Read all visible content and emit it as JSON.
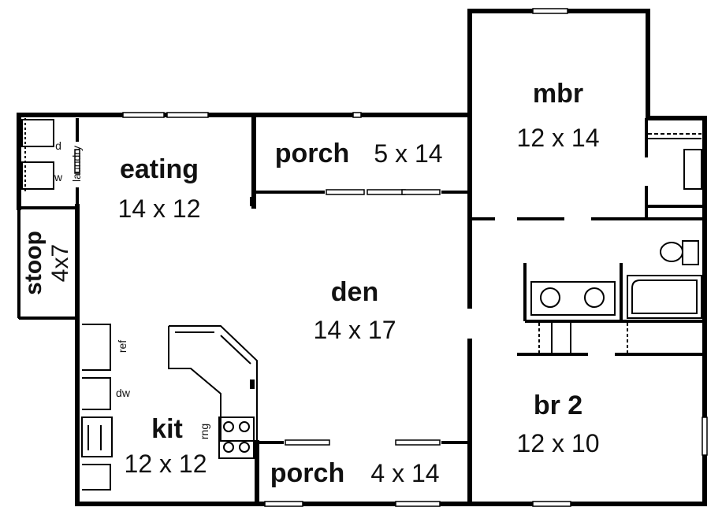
{
  "rooms": {
    "mbr": {
      "name": "mbr",
      "dim": "12 x 14"
    },
    "eating": {
      "name": "eating",
      "dim": "14 x 12"
    },
    "porch_top": {
      "name": "porch",
      "dim": "5 x 14"
    },
    "den": {
      "name": "den",
      "dim": "14 x 17"
    },
    "stoop": {
      "name": "stoop",
      "dim": "4x7"
    },
    "kit": {
      "name": "kit",
      "dim": "12 x 12"
    },
    "porch_bottom": {
      "name": "porch",
      "dim": "4 x 14"
    },
    "br2": {
      "name": "br 2",
      "dim": "12 x 10"
    }
  },
  "labels": {
    "laundry": "laundry",
    "dryer": "d",
    "washer": "w",
    "ref": "ref",
    "dw": "dw",
    "rng": "rng"
  }
}
